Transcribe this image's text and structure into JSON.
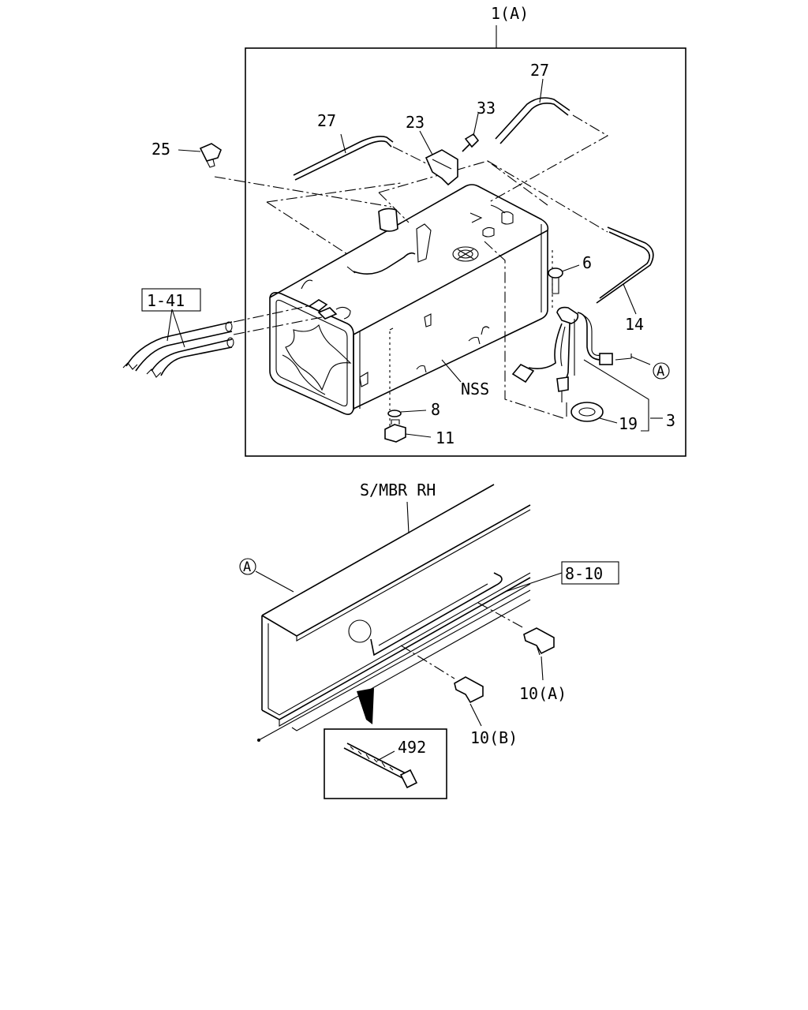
{
  "labels": {
    "assembly": "1(A)",
    "hose_27_left": "27",
    "hose_27_right": "27",
    "bracket_23": "23",
    "screw_33": "33",
    "valve_25": "25",
    "bolt_6": "6",
    "hose_14": "14",
    "ref_1_41": "1-41",
    "nss": "NSS",
    "washer_8": "8",
    "plug_11": "11",
    "gauge_3": "3",
    "gasket_19": "19",
    "callout_a_top": "A",
    "side_member": "S/MBR RH",
    "callout_a_bottom": "A",
    "ref_8_10": "8-10",
    "clip_10a": "10(A)",
    "clip_10b": "10(B)",
    "tie_492": "492"
  }
}
